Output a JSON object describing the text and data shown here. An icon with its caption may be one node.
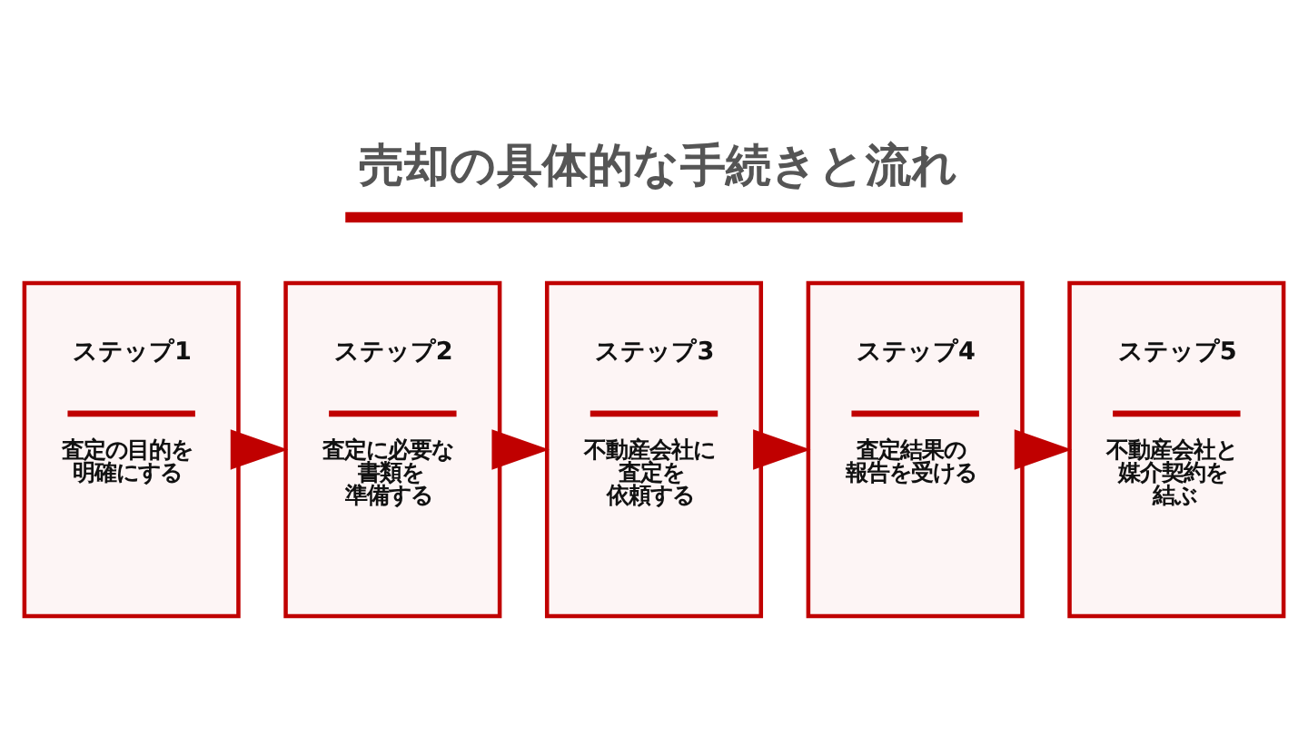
{
  "diagram": {
    "title": "売却の具体的な手続きと流れ",
    "nodes": [
      {
        "text": [
          "ステップ1",
          "査定の目的を明確にする"
        ]
      },
      {
        "text": [
          "ステップ2",
          "査定に必要な書類を準備する"
        ]
      },
      {
        "text": [
          "ステップ3",
          "不動産会社に査定を依頼する"
        ]
      },
      {
        "text": [
          "ステップ4",
          "査定結果の報告を受ける"
        ]
      },
      {
        "text": [
          "ステップ5",
          "不動産会社と媒介契約を結ぶ"
        ]
      }
    ],
    "edges": [
      {
        "from": 0,
        "to": 1,
        "arrow": "to"
      },
      {
        "from": 1,
        "to": 2,
        "arrow": "to"
      },
      {
        "from": 2,
        "to": 3,
        "arrow": "to"
      },
      {
        "from": 3,
        "to": 4,
        "arrow": "to"
      }
    ]
  }
}
